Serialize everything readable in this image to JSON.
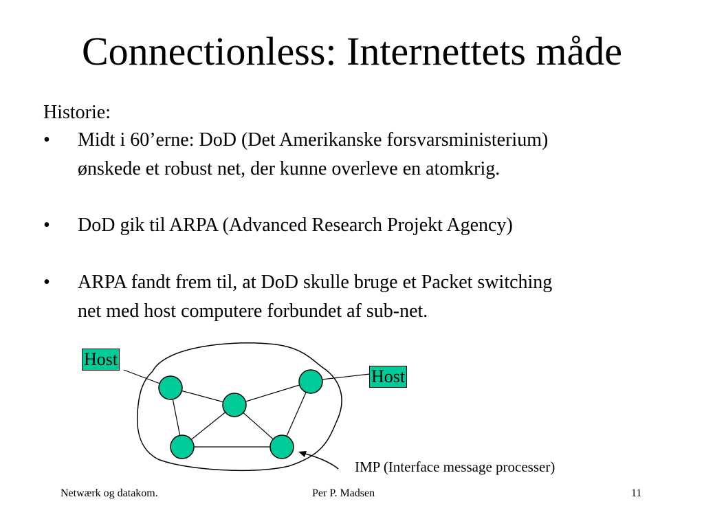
{
  "title": "Connectionless: Internettets måde",
  "intro": "Historie:",
  "bullets": [
    {
      "marker": "•",
      "lines": [
        "Midt i 60’erne: DoD (Det Amerikanske forsvarsministerium)",
        "ønskede et robust net, der kunne overleve en atomkrig."
      ]
    },
    {
      "marker": "•",
      "lines": [
        "DoD gik til ARPA (Advanced Research Projekt Agency)"
      ]
    },
    {
      "marker": "•",
      "lines": [
        "ARPA fandt frem til, at DoD skulle bruge et Packet switching",
        "net med host computere forbundet af sub-net."
      ]
    }
  ],
  "diagram": {
    "host_left_label": "Host",
    "host_right_label": "Host",
    "imp_label": "IMP (Interface message processer)",
    "node_color": "#00cc99",
    "host_fill": "#00cc99"
  },
  "footer": {
    "left": "Netwærk og datakom.",
    "center": "Per P. Madsen",
    "right": "11"
  }
}
